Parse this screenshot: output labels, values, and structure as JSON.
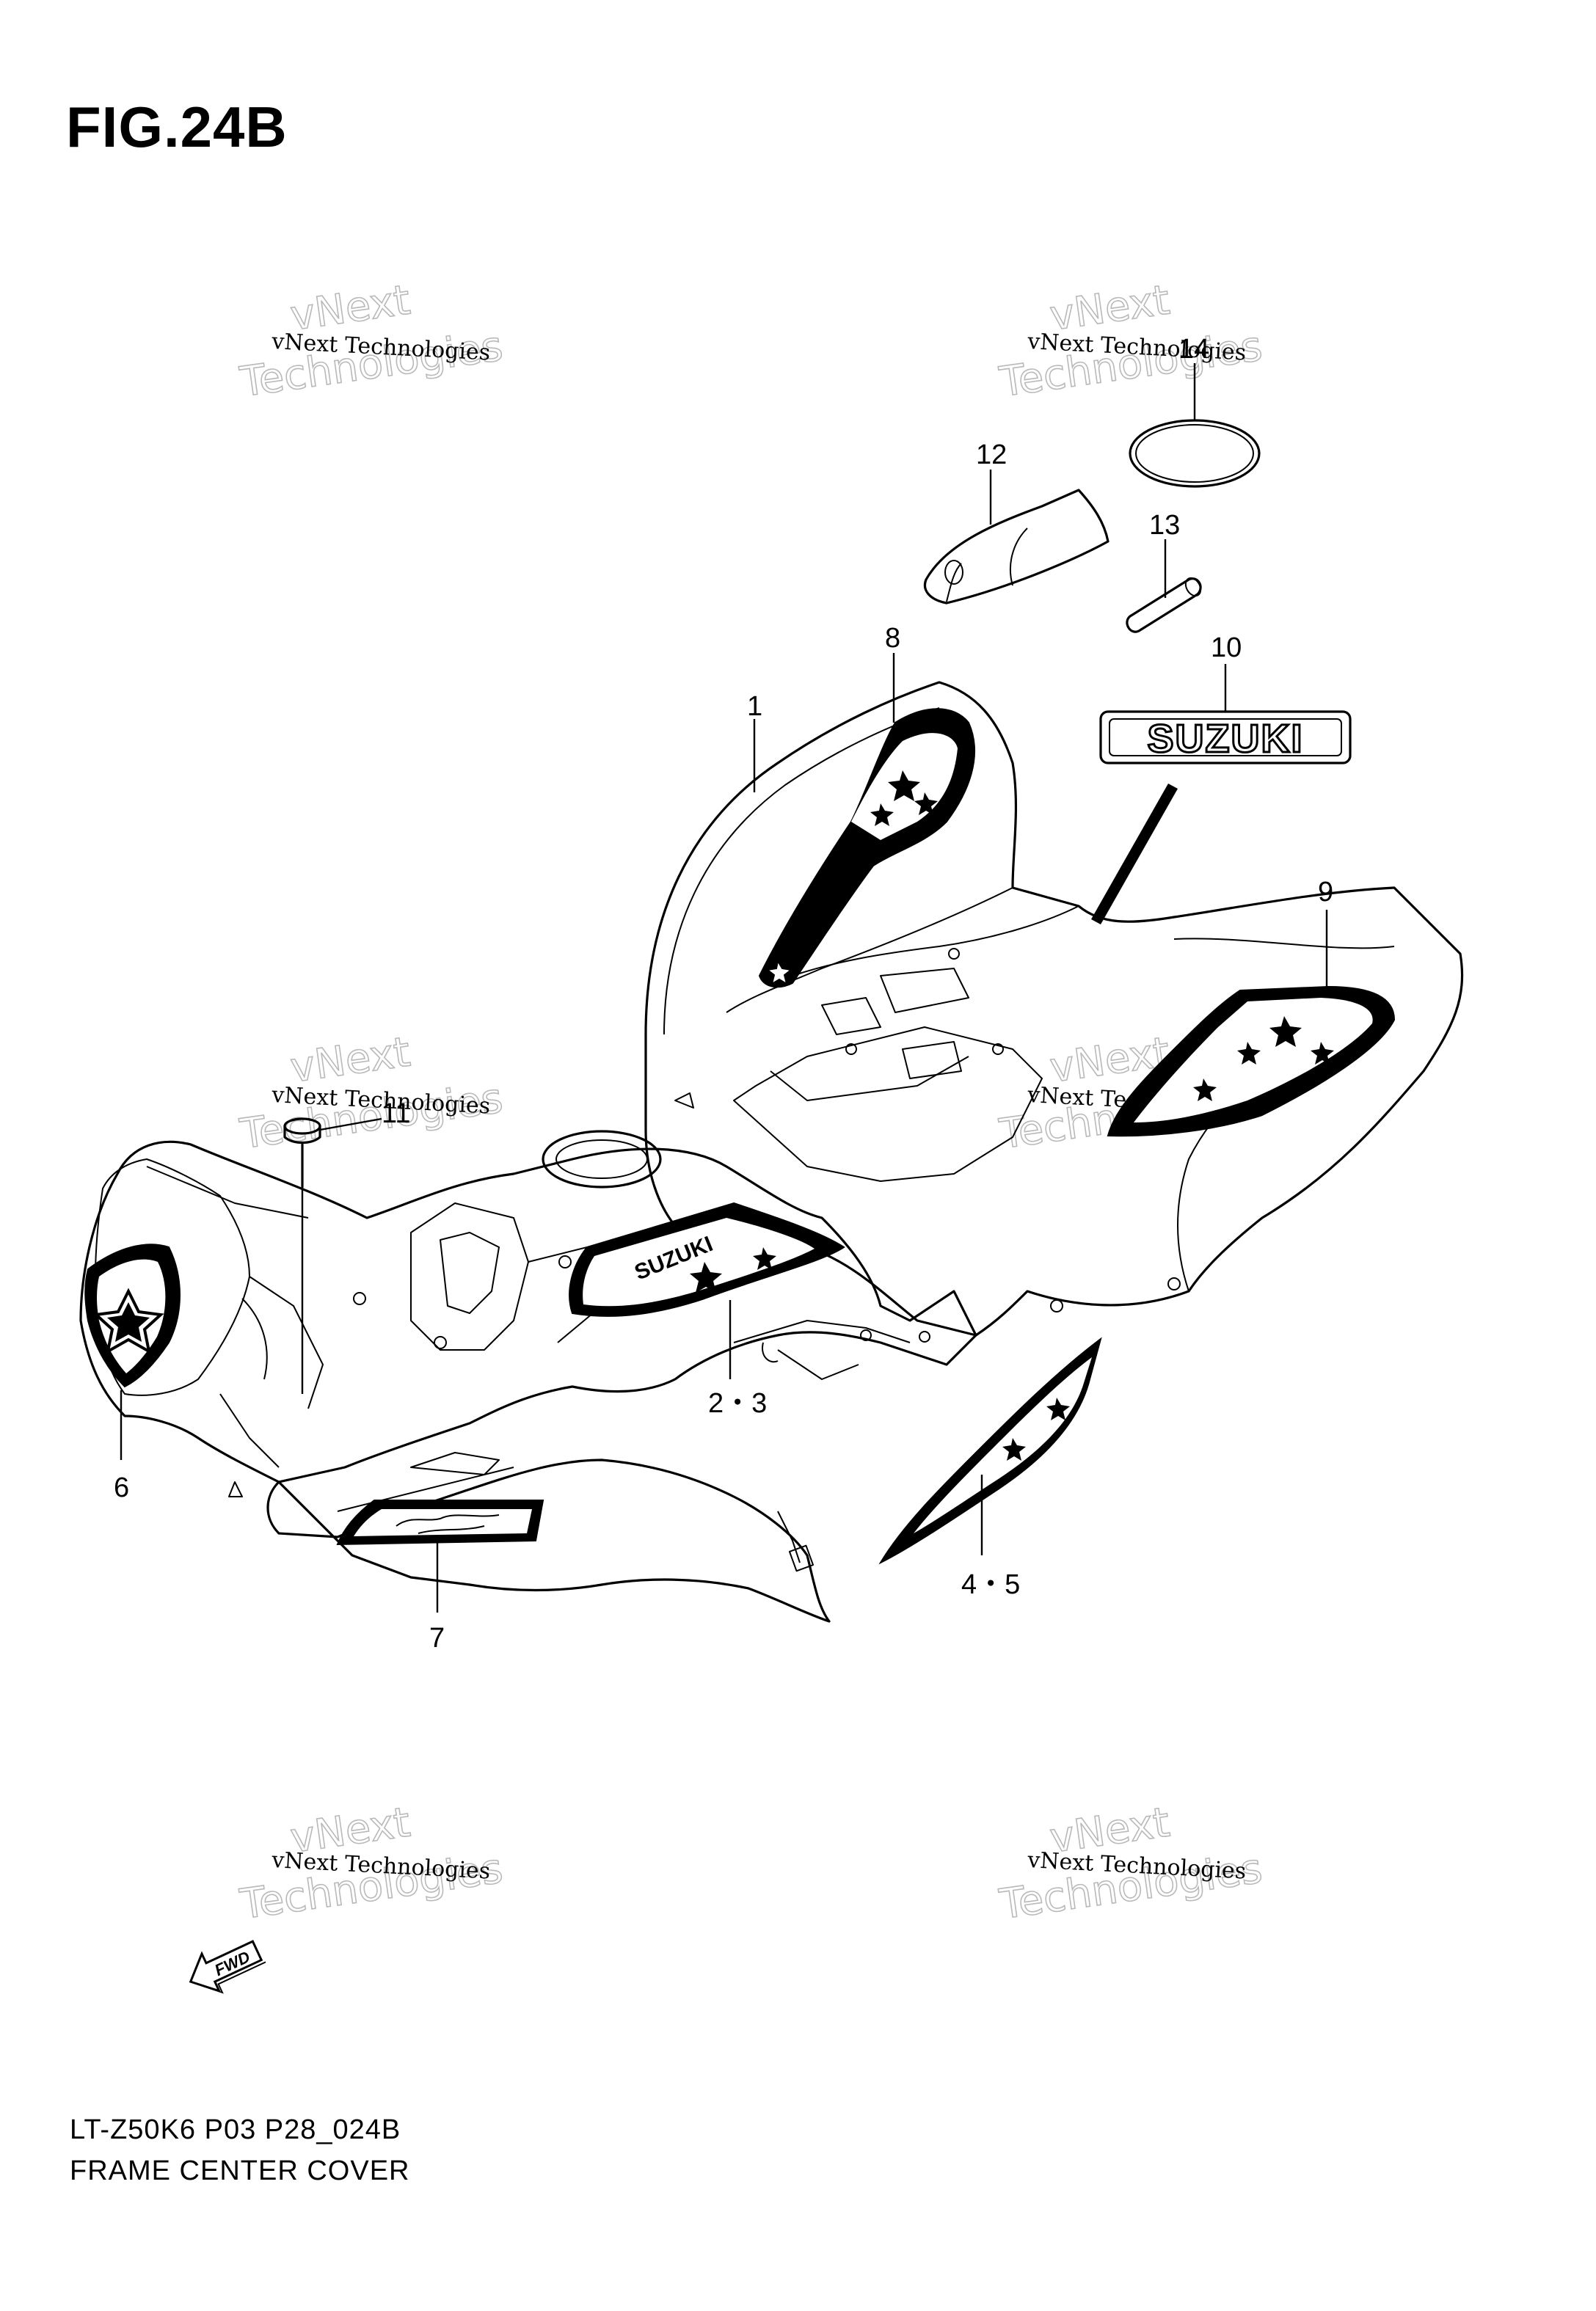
{
  "figure": {
    "title": "FIG.24B",
    "code": "LT-Z50K6 P03 P28_024B",
    "name": "FRAME CENTER COVER"
  },
  "watermark": {
    "line1": "vNext Technologies",
    "big_top": "vNext",
    "big_bottom": "Technologies"
  },
  "callouts": {
    "c1": "1",
    "c23": "2・3",
    "c45": "4・5",
    "c6": "6",
    "c7": "7",
    "c8": "8",
    "c9": "9",
    "c10": "10",
    "c11": "11",
    "c12": "12",
    "c13": "13",
    "c14": "14"
  },
  "emblem_text": "SUZUKI",
  "fwd_label": "FWD",
  "colors": {
    "ink": "#000000",
    "watermark": "#b9b9b9",
    "background": "#ffffff"
  }
}
